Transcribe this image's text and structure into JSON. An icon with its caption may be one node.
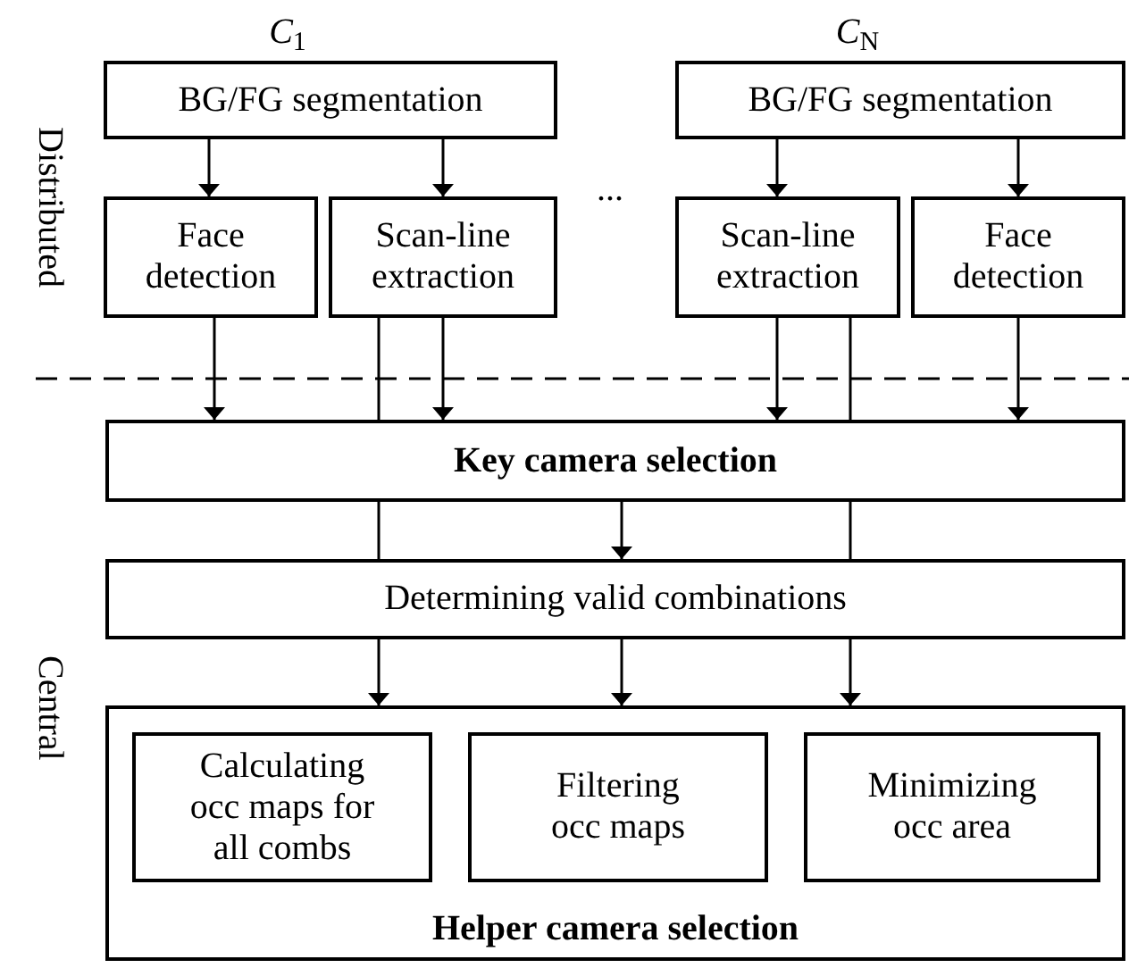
{
  "diagram": {
    "nodes": [
      {
        "text": [
          "BG/FG segmentation"
        ],
        "beside": [
          "*C*$_{1}$"
        ]
      },
      {
        "text": [
          "Face detection"
        ]
      },
      {
        "text": [
          "Scan-line extraction"
        ]
      },
      {
        "text": [
          "BG/FG segmentation"
        ],
        "beside": [
          "*C*$_{N}$"
        ]
      },
      {
        "text": [
          "Scan-line extraction"
        ]
      },
      {
        "text": [
          "Face detection"
        ]
      },
      {
        "text": [
          "Key camera selection"
        ]
      },
      {
        "text": [
          "Determining valid combinations"
        ]
      },
      {
        "text": [
          "Helper camera selection"
        ]
      },
      {
        "text": [
          "Calculating occ maps for all combs"
        ],
        "in": 8
      },
      {
        "text": [
          "Filtering occ maps"
        ],
        "in": 8
      },
      {
        "text": [
          "Minimizing occ area"
        ],
        "in": 8
      }
    ],
    "edges": [
      {
        "from": 0,
        "to": 1,
        "arrow": "to"
      },
      {
        "from": 0,
        "to": 2,
        "arrow": "to"
      },
      {
        "from": 3,
        "to": 4,
        "arrow": "to"
      },
      {
        "from": 3,
        "to": 5,
        "arrow": "to"
      },
      {
        "from": 1,
        "to": 6,
        "arrow": "to"
      },
      {
        "from": 2,
        "to": 6,
        "arrow": "to"
      },
      {
        "from": 4,
        "to": 6,
        "arrow": "to"
      },
      {
        "from": 5,
        "to": 6,
        "arrow": "to"
      },
      {
        "from": 2,
        "to": 6,
        "arrow": "none"
      },
      {
        "from": 4,
        "to": 6,
        "arrow": "none"
      },
      {
        "from": 6,
        "to": 7,
        "arrow": "none"
      },
      {
        "from": 6,
        "to": 7,
        "arrow": "to"
      },
      {
        "from": 6,
        "to": 7,
        "arrow": "none"
      },
      {
        "from": 7,
        "to": 8,
        "arrow": "to"
      },
      {
        "from": 7,
        "to": 8,
        "arrow": "to"
      },
      {
        "from": 7,
        "to": 8,
        "arrow": "to"
      }
    ],
    "labels": [
      "Distributed",
      "...",
      "Central"
    ]
  }
}
